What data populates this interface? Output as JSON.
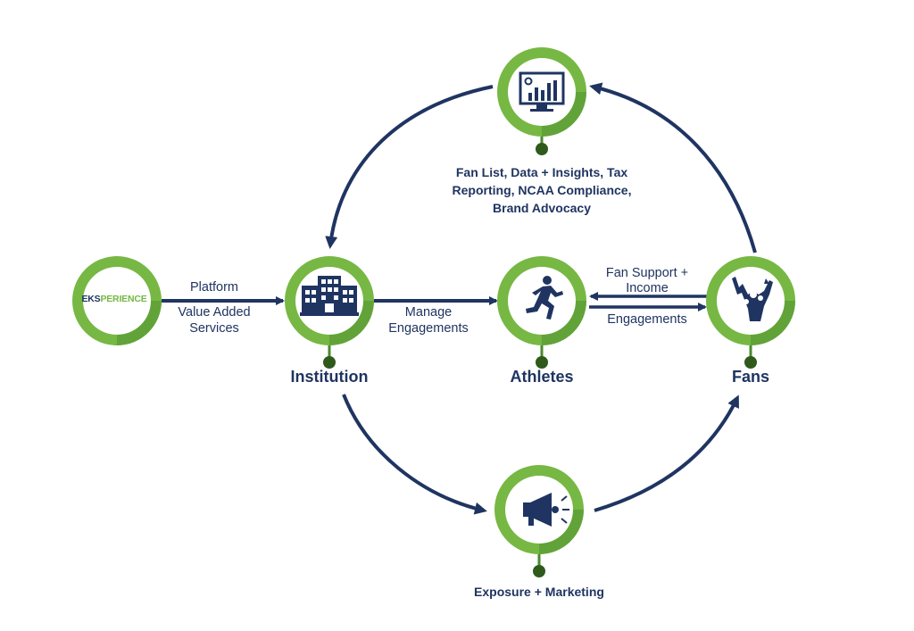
{
  "nodes": {
    "eksperience": {
      "logo_prefix": "EKS",
      "logo_suffix": "PERIENCE"
    },
    "institution": {
      "label": "Institution"
    },
    "athletes": {
      "label": "Athletes"
    },
    "fans": {
      "label": "Fans"
    },
    "data": {
      "caption_lines": [
        "Fan List, Data + Insights, Tax",
        "Reporting, NCAA Compliance,",
        "Brand Advocacy"
      ]
    },
    "marketing": {
      "caption": "Exposure + Marketing"
    }
  },
  "edges": {
    "platform": "Platform",
    "value_added_1": "Value Added",
    "value_added_2": "Services",
    "manage_1": "Manage",
    "manage_2": "Engagements",
    "fan_support_1": "Fan Support +",
    "fan_support_2": "Income",
    "engagements": "Engagements"
  },
  "colors": {
    "ring_green": "#76b843",
    "ring_dark": "#4a8a2c",
    "navy": "#1f3461",
    "logo_green": "#76b843"
  },
  "icons": {
    "eksperience": "eksperience-logo",
    "institution": "building-icon",
    "athletes": "runner-icon",
    "fans": "cheering-crowd-icon",
    "data": "monitor-chart-icon",
    "marketing": "megaphone-icon"
  }
}
